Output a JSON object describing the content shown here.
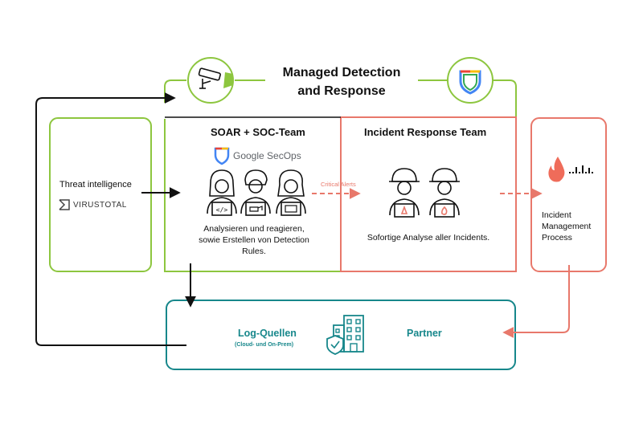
{
  "title": {
    "line1": "Managed Detection",
    "line2": "and Response"
  },
  "threat": {
    "label": "Threat intelligence",
    "brand": "VIRUSTOTAL"
  },
  "soar": {
    "heading": "SOAR + SOC-Team",
    "brand": "Google SecOps",
    "description_line1": "Analysieren und reagieren,",
    "description_line2": "sowie Erstellen von Detection",
    "description_line3": "Rules."
  },
  "alert_label": "Critical Alerts",
  "irt": {
    "heading": "Incident Response Team",
    "description": "Sofortige Analyse aller Incidents."
  },
  "incident": {
    "line1": "Incident",
    "line2": "Management",
    "line3": "Process"
  },
  "log": {
    "label": "Log-Quellen",
    "sub": "(Cloud- und On-Prem)"
  },
  "partner": {
    "label": "Partner"
  },
  "colors": {
    "green": "#8dc63f",
    "salmon": "#e8786b",
    "teal": "#17878b",
    "black": "#111111"
  }
}
